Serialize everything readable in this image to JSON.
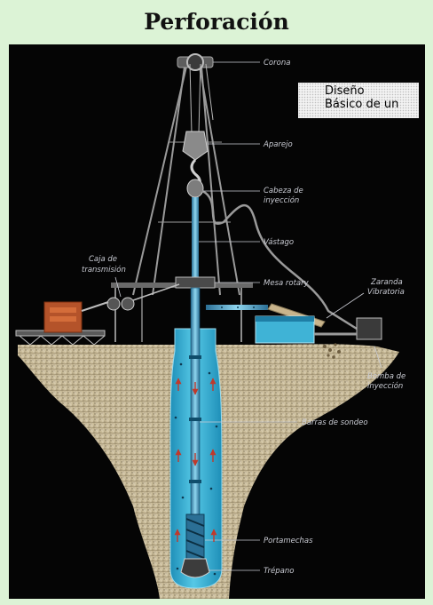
{
  "title": "Perforación",
  "inset_text": {
    "line1": "Diseño",
    "line2": "Básico de un"
  },
  "labels": {
    "corona": "Corona",
    "aparejo": "Aparejo",
    "cabeza_1": "Cabeza de",
    "cabeza_2": "inyección",
    "vastago": "Vástago",
    "mesa": "Mesa rotary",
    "caja_1": "Caja de",
    "caja_2": "transmisión",
    "zaranda_1": "Zaranda",
    "zaranda_2": "Vibratoria",
    "bomba_1": "Bomba de",
    "bomba_2": "inyección",
    "barras": "Barras de sondeo",
    "portamechas": "Portamechas",
    "trepano": "Trépano"
  },
  "colors": {
    "page_background": "#dcf3d6",
    "frame_background": "#050505",
    "fluid": "#3fb3d6",
    "ground": "#cfc1a0",
    "machinery": "#b4532a",
    "arrows": "#c0392b"
  }
}
